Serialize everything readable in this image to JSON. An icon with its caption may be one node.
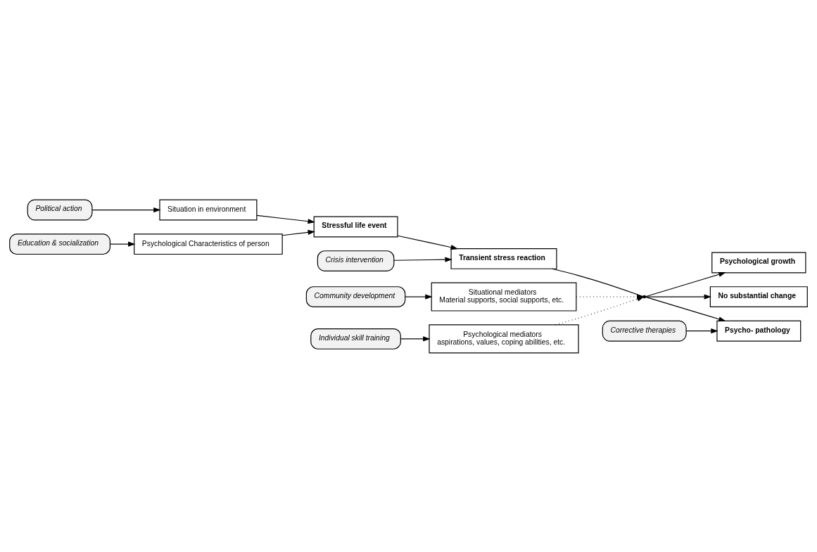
{
  "diagram": {
    "nodes": [
      {
        "text": [
          "Political action"
        ]
      },
      {
        "text": [
          "Community development"
        ]
      },
      {
        "text": [
          "Situation in environment"
        ]
      },
      {
        "text": [
          "Situational mediators",
          "Material supports, social supports, etc."
        ]
      },
      {
        "text": [
          "Psychological growth"
        ]
      },
      {
        "text": [
          "Stressful life event"
        ]
      },
      {
        "text": [
          "Transient stress reaction"
        ]
      },
      {
        "text": [],
        "shape": "point"
      },
      {
        "text": [
          "No substantial change"
        ]
      },
      {
        "text": [
          "Psychological Characteristics of person"
        ]
      },
      {
        "text": [
          "Psychological mediators",
          "aspirations, values, coping abilities, etc."
        ]
      },
      {
        "text": [
          "Psycho- pathology"
        ]
      },
      {
        "text": [
          "Education & socialization"
        ]
      },
      {
        "text": [
          "Individual skill training"
        ]
      },
      {
        "text": [
          "Crisis intervention"
        ]
      },
      {
        "text": [
          "Corrective therapies"
        ]
      }
    ],
    "edges": [
      {
        "from": 0,
        "to": 2,
        "arrow": "to"
      },
      {
        "from": 1,
        "to": 3,
        "arrow": "to"
      },
      {
        "from": 2,
        "to": 5,
        "arrow": "to"
      },
      {
        "from": 9,
        "to": 5,
        "arrow": "to"
      },
      {
        "from": 5,
        "to": 6,
        "arrow": "to"
      },
      {
        "from": 6,
        "to": 7,
        "arrow": "none"
      },
      {
        "from": 3,
        "to": 7,
        "arrow": "to",
        "style": "dashed"
      },
      {
        "from": 10,
        "to": 7,
        "arrow": "to",
        "style": "dashed"
      },
      {
        "from": 7,
        "to": 4,
        "arrow": "to"
      },
      {
        "from": 7,
        "to": 8,
        "arrow": "to"
      },
      {
        "from": 7,
        "to": 11,
        "arrow": "to"
      },
      {
        "from": 12,
        "to": 9,
        "arrow": "to"
      },
      {
        "from": 13,
        "to": 10,
        "arrow": "to"
      },
      {
        "from": 14,
        "to": 6,
        "arrow": "to"
      },
      {
        "from": 15,
        "to": 11,
        "arrow": "to"
      }
    ]
  }
}
